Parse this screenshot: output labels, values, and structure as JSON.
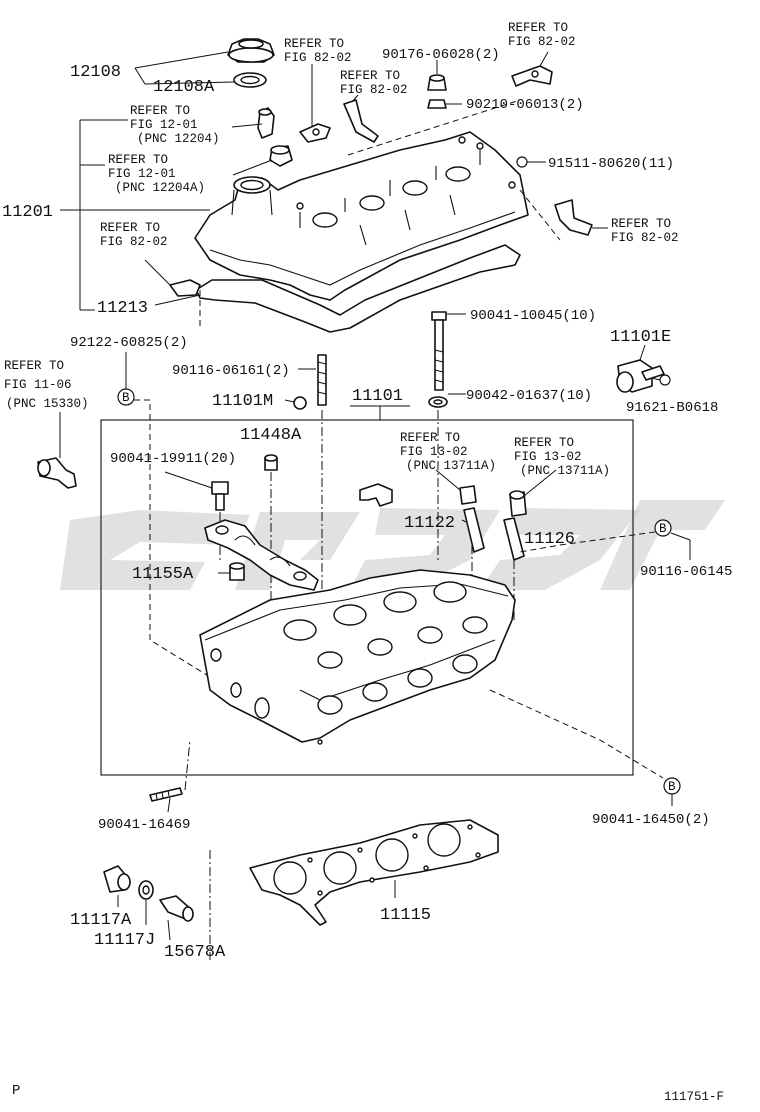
{
  "labels": {
    "p12108": "12108",
    "p12108A": "12108A",
    "ref_1201_a1": "REFER TO",
    "ref_1201_a2": "FIG 12-01",
    "ref_1201_a3": "(PNC 12204)",
    "ref_1201_b1": "REFER TO",
    "ref_1201_b2": "FIG 12-01",
    "ref_1201_b3": "(PNC 12204A)",
    "p11201": "11201",
    "ref_8202_left1": "REFER TO",
    "ref_8202_left2": "FIG 82-02",
    "p11213": "11213",
    "ref_8202_top1": "REFER TO",
    "ref_8202_top2": "FIG 82-02",
    "ref_8202_mid1": "REFER TO",
    "ref_8202_mid2": "FIG 82-02",
    "p90176": "90176-06028(2)",
    "ref_8202_tr1": "REFER TO",
    "ref_8202_tr2": "FIG 82-02",
    "p90210": "90210-06013(2)",
    "p91511": "91511-80620(11)",
    "ref_8202_right1": "REFER TO",
    "ref_8202_right2": "FIG 82-02",
    "p92122": "92122-60825(2)",
    "p90041_10045": "90041-10045(10)",
    "p11101E": "11101E",
    "ref_1106_1": "REFER TO",
    "ref_1106_2": "FIG 11-06",
    "ref_1106_3": "(PNC 15330)",
    "p90116_06161": "90116-06161(2)",
    "p11101M": "11101M",
    "p11101": "11101",
    "p90042": "90042-01637(10)",
    "p91621": "91621-B0618",
    "p11448A": "11448A",
    "ref_1302_a1": "REFER TO",
    "ref_1302_a2": "FIG 13-02",
    "ref_1302_a3": "(PNC 13711A)",
    "ref_1302_b1": "REFER TO",
    "ref_1302_b2": "FIG 13-02",
    "ref_1302_b3": "(PNC 13711A)",
    "p90041_19911": "90041-19911(20)",
    "p11122": "11122",
    "p11126": "11126",
    "p11155A": "11155A",
    "p90116_06145": "90116-06145",
    "p90041_16469": "90041-16469",
    "p90041_16450": "90041-16450(2)",
    "p11115": "11115",
    "p11117A": "11117A",
    "p11117J": "11117J",
    "p15678A": "15678A",
    "marker_b": "B",
    "footer_left": "P",
    "footer_right": "111751-F"
  }
}
